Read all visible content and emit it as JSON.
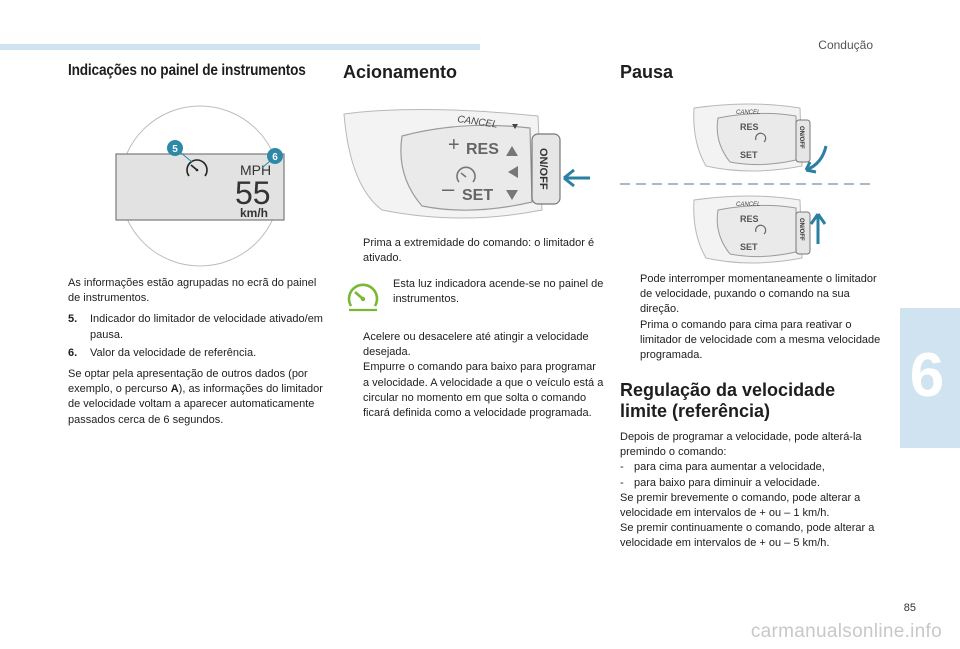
{
  "header": {
    "chapter_title": "Condução",
    "chapter_number": "6",
    "page_number": "85",
    "watermark": "carmanualsonline.info"
  },
  "col1": {
    "title": "Indicações no painel de instrumentos",
    "figure": {
      "callout5": "5",
      "callout6": "6",
      "unit_top": "MPH",
      "speed": "55",
      "unit_bottom": "km/h"
    },
    "intro": "As informações estão agrupadas no ecrã do painel de instrumentos.",
    "items": [
      {
        "num": "5.",
        "text": "Indicador do limitador de velocidade ativado/em pausa."
      },
      {
        "num": "6.",
        "text": "Valor da velocidade de referência."
      }
    ],
    "para_before": "Se optar pela apresentação de outros dados (por exemplo, o percurso ",
    "para_bold": "A",
    "para_after": "), as informações do limitador de velocidade voltam a aparecer automaticamente passados cerca de 6 segundos."
  },
  "col2": {
    "title": "Acionamento",
    "stalk": {
      "cancel": "CANCEL",
      "res": "RES",
      "set": "SET",
      "onoff": "ON/OFF"
    },
    "bullet1": "Prima a extremidade do comando: o limitador é ativado.",
    "indicator_note": "Esta luz indicadora acende-se no painel de instrumentos.",
    "bullets": [
      "Acelere ou desacelere até atingir a velocidade desejada.",
      "Empurre o comando para baixo para programar a velocidade. A velocidade a que o veículo está a circular no momento em que solta o comando ficará definida como a velocidade programada."
    ]
  },
  "col3": {
    "title": "Pausa",
    "stalk": {
      "cancel": "CANCEL",
      "res": "RES",
      "set": "SET",
      "onoff": "ON/OFF"
    },
    "bullets": [
      "Pode interromper momentaneamente o limitador de velocidade, puxando o comando na sua direção.",
      "Prima o comando para cima para reativar o limitador de velocidade com a mesma velocidade programada."
    ],
    "title2": "Regulação da velocidade limite (referência)",
    "intro": "Depois de programar a velocidade, pode alterá-la premindo o comando:",
    "dashes": [
      "para cima para aumentar a velocidade,",
      "para baixo para diminuir a velocidade."
    ],
    "para1": "Se premir brevemente o comando, pode alterar a velocidade em intervalos de + ou – 1 km/h.",
    "para2": "Se premir continuamente o comando, pode alterar a velocidade em intervalos de + ou – 5 km/h."
  },
  "symbols": {
    "bullet": "",
    "dash": "-"
  },
  "colors": {
    "accent": "#cfe3f1",
    "callout": "#2e88a8",
    "indicator": "#79b833",
    "arrow": "#2a7fa2"
  },
  "icons": [
    "speed-limiter-icon",
    "arrow-left-icon",
    "arrow-down-icon",
    "arrow-up-icon"
  ]
}
